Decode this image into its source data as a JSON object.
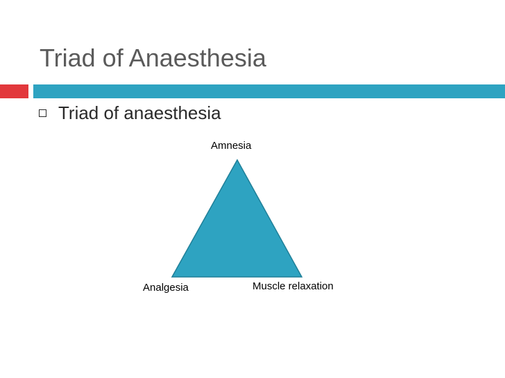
{
  "slide": {
    "title": "Triad of Anaesthesia",
    "bullet": "Triad of anaesthesia"
  },
  "diagram": {
    "shape": "triangle",
    "fill_color": "#2ea3c1",
    "stroke_color": "#1f7f98",
    "labels": {
      "top": "Amnesia",
      "left": "Analgesia",
      "right": "Muscle relaxation"
    }
  },
  "colors": {
    "title": "#5a5a5a",
    "accent_red": "#e2383c",
    "accent_blue": "#2ea3c1",
    "text": "#2a2a2a"
  }
}
